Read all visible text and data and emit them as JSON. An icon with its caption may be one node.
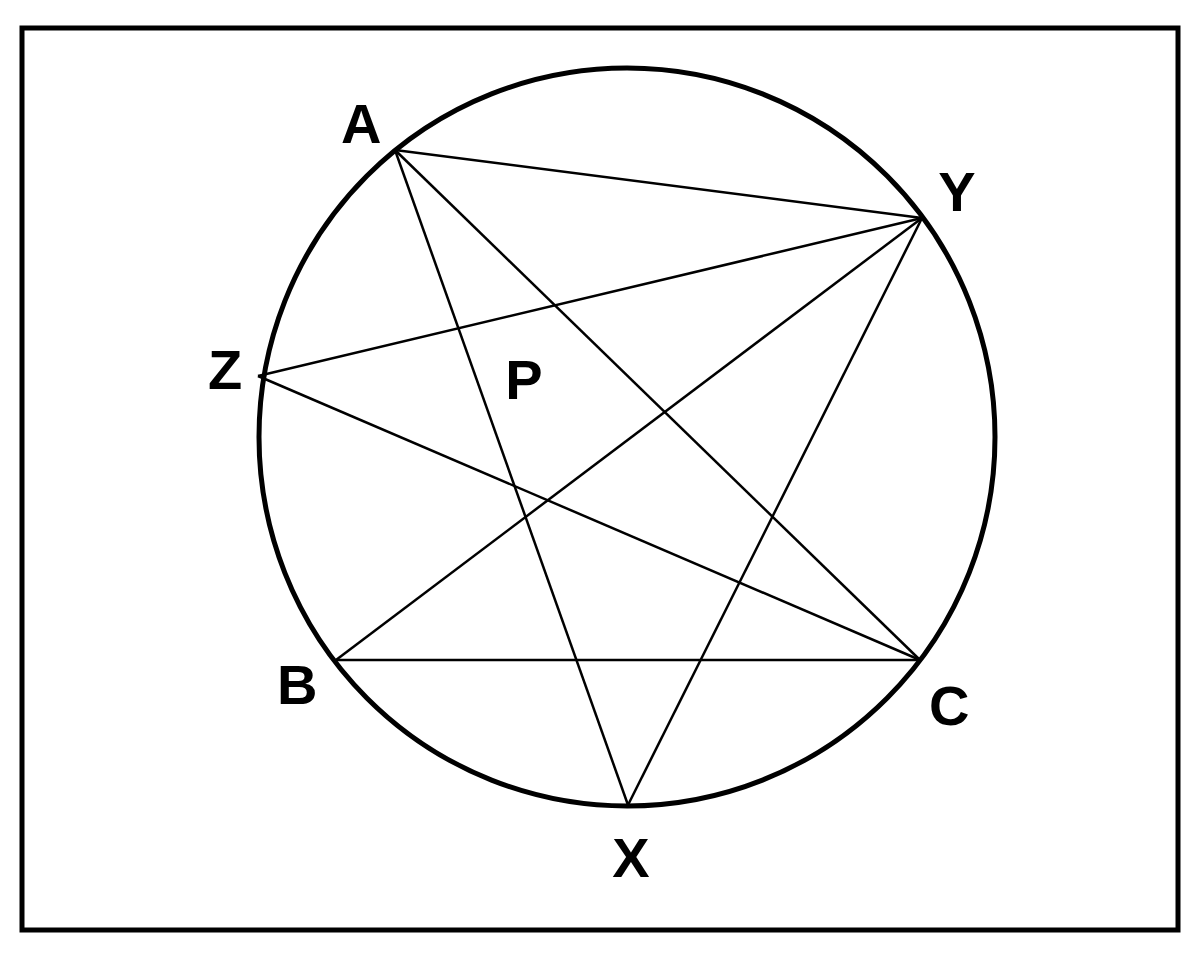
{
  "diagram": {
    "nodes": [
      {
        "text": [
          "A"
        ]
      },
      {
        "text": [
          "Y"
        ]
      },
      {
        "text": [
          "Z"
        ]
      },
      {
        "text": [
          "B"
        ]
      },
      {
        "text": [
          "C"
        ]
      },
      {
        "text": [
          "X"
        ]
      }
    ],
    "edges": [
      {
        "from": 0,
        "to": 1,
        "arrow": "none"
      },
      {
        "from": 0,
        "to": 5,
        "arrow": "none"
      },
      {
        "from": 0,
        "to": 4,
        "arrow": "none"
      },
      {
        "from": 1,
        "to": 2,
        "arrow": "none"
      },
      {
        "from": 1,
        "to": 3,
        "arrow": "none"
      },
      {
        "from": 1,
        "to": 5,
        "arrow": "none"
      },
      {
        "from": 2,
        "to": 4,
        "arrow": "none"
      },
      {
        "from": 3,
        "to": 4,
        "arrow": "none"
      }
    ],
    "labels": [
      "P"
    ]
  }
}
